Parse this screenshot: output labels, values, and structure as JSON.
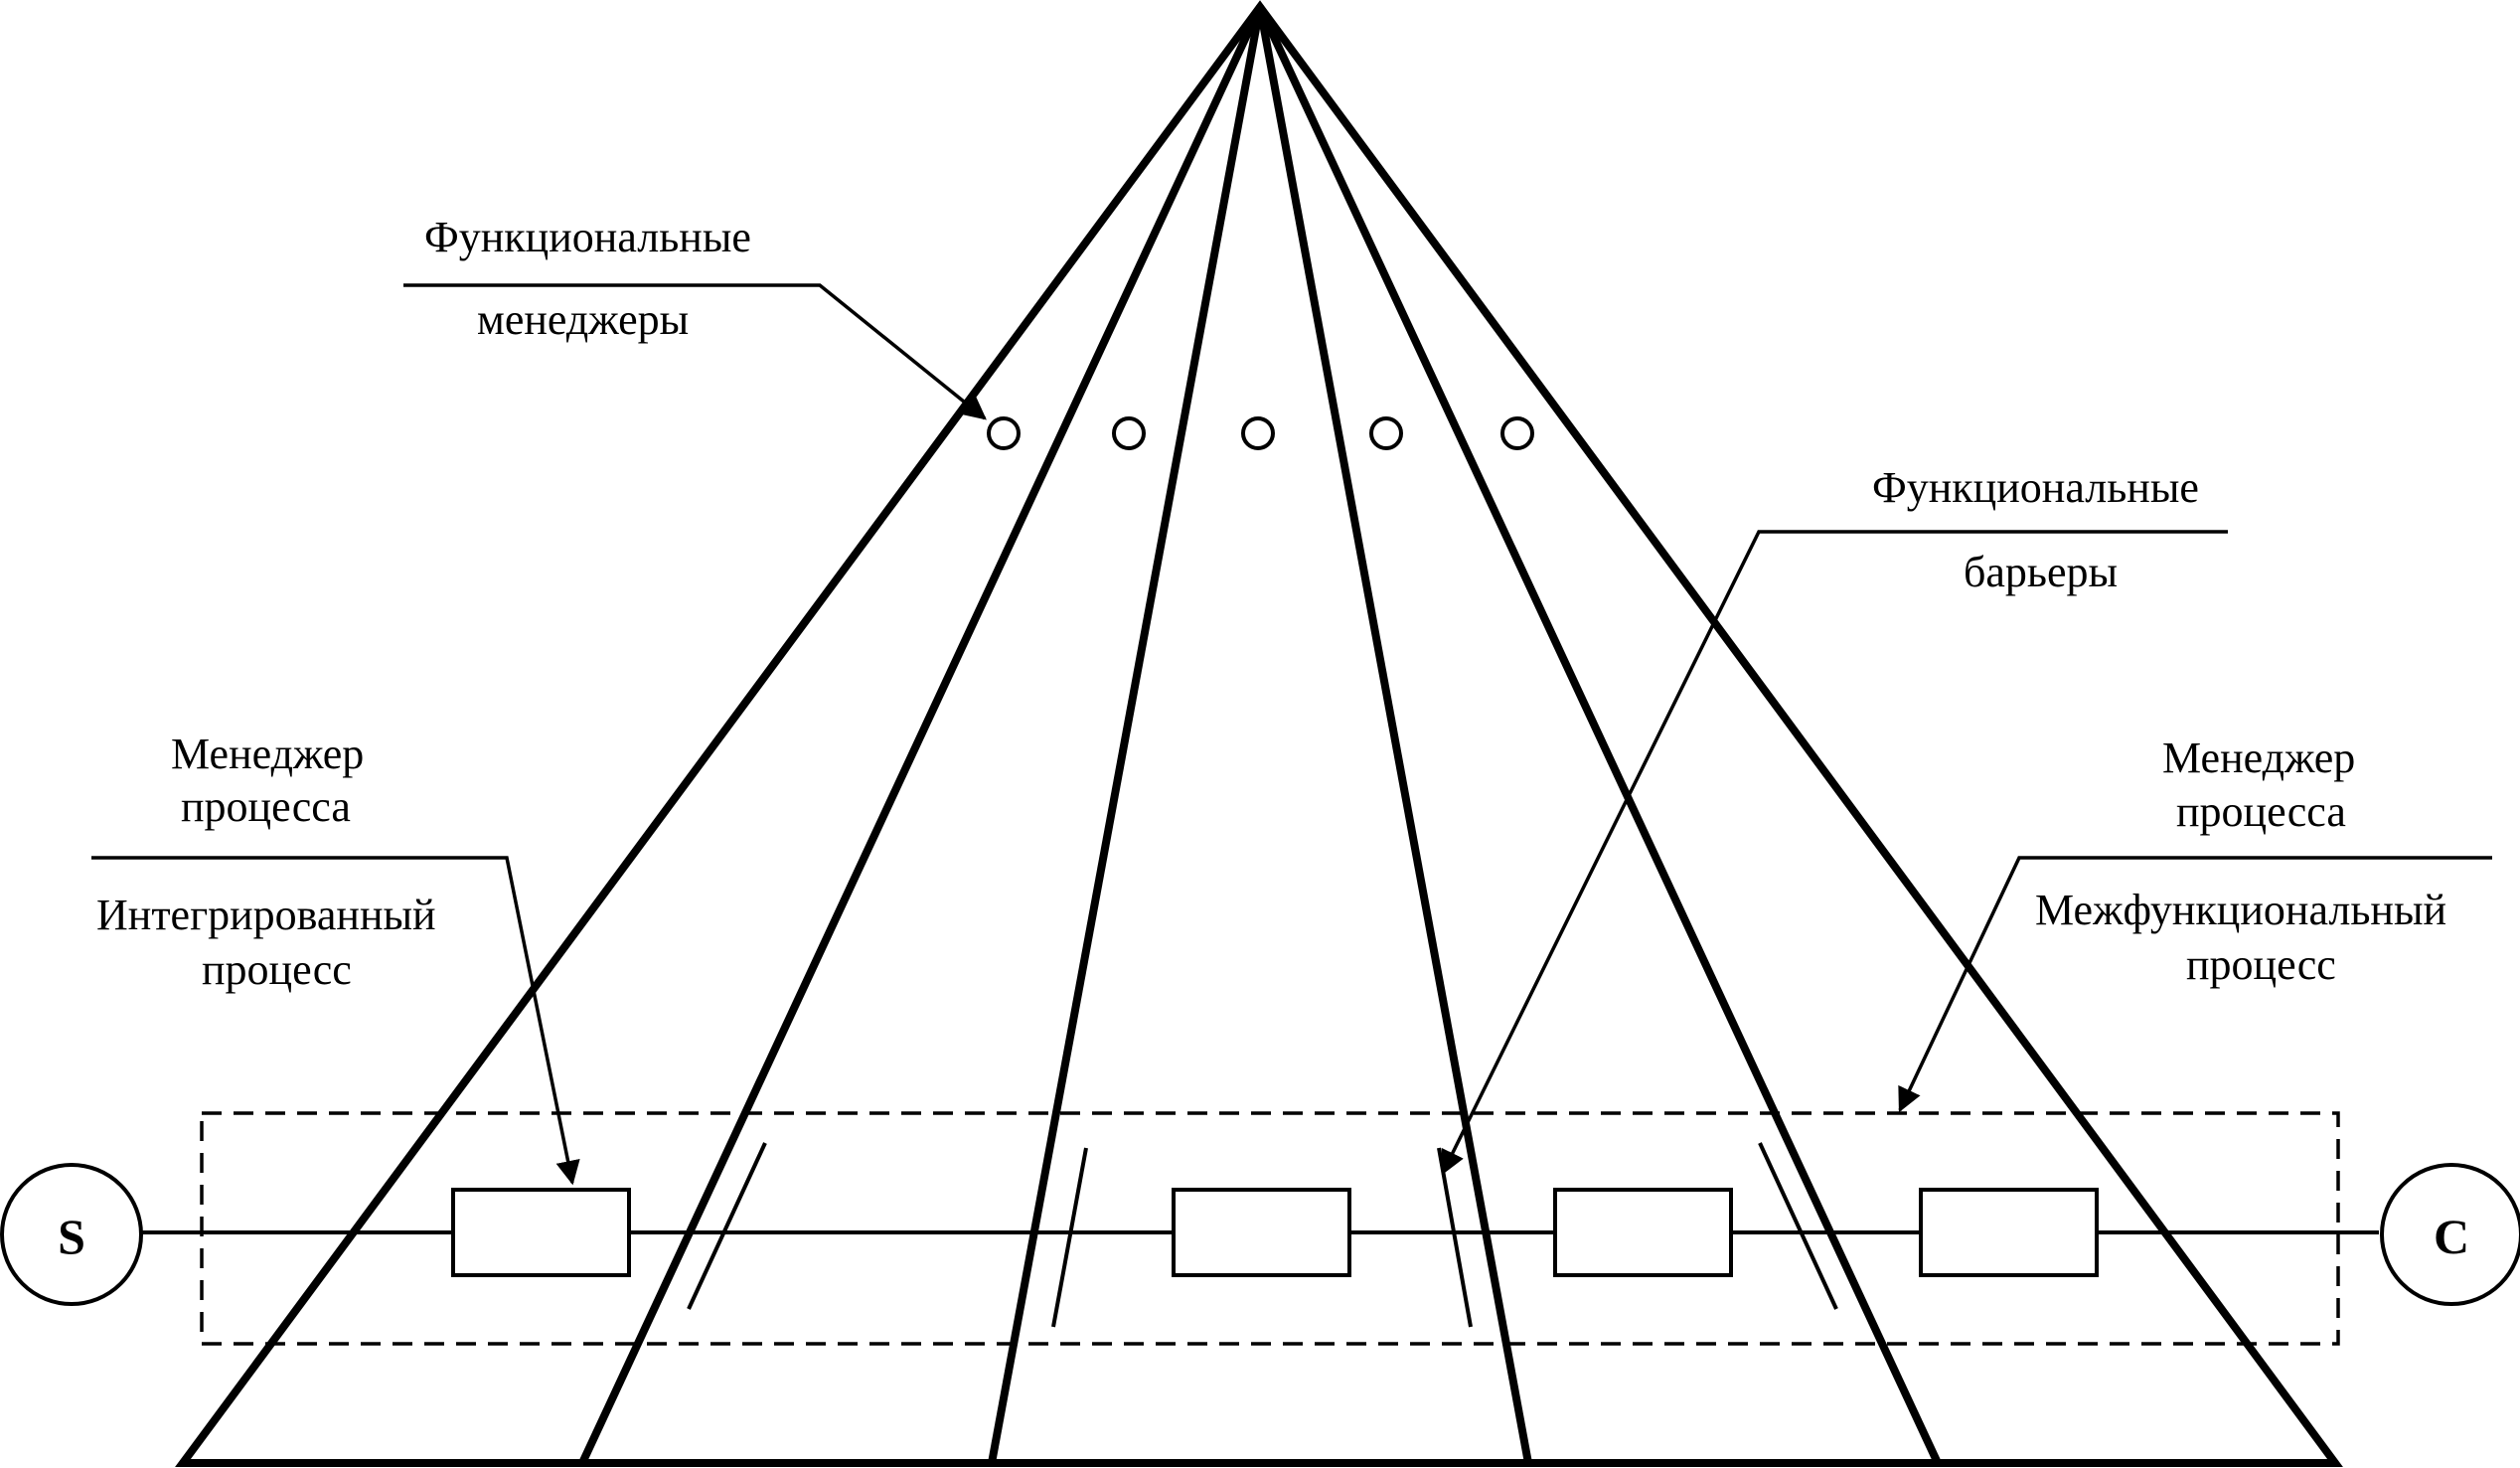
{
  "labels": {
    "functional_managers_line1": "Функциональные",
    "functional_managers_line2": "менеджеры",
    "functional_barriers_line1": "Функциональные",
    "functional_barriers_line2": "барьеры",
    "left_manager_line1": "Менеджер",
    "left_manager_line2": "процесса",
    "left_process_line1": "Интегрированный",
    "left_process_line2": "процесс",
    "right_manager_line1": "Менеджер",
    "right_manager_line2": "процесса",
    "right_process_line1": "Межфункциональный",
    "right_process_line2": "процесс"
  },
  "nodes": {
    "start": "S",
    "end": "C"
  }
}
